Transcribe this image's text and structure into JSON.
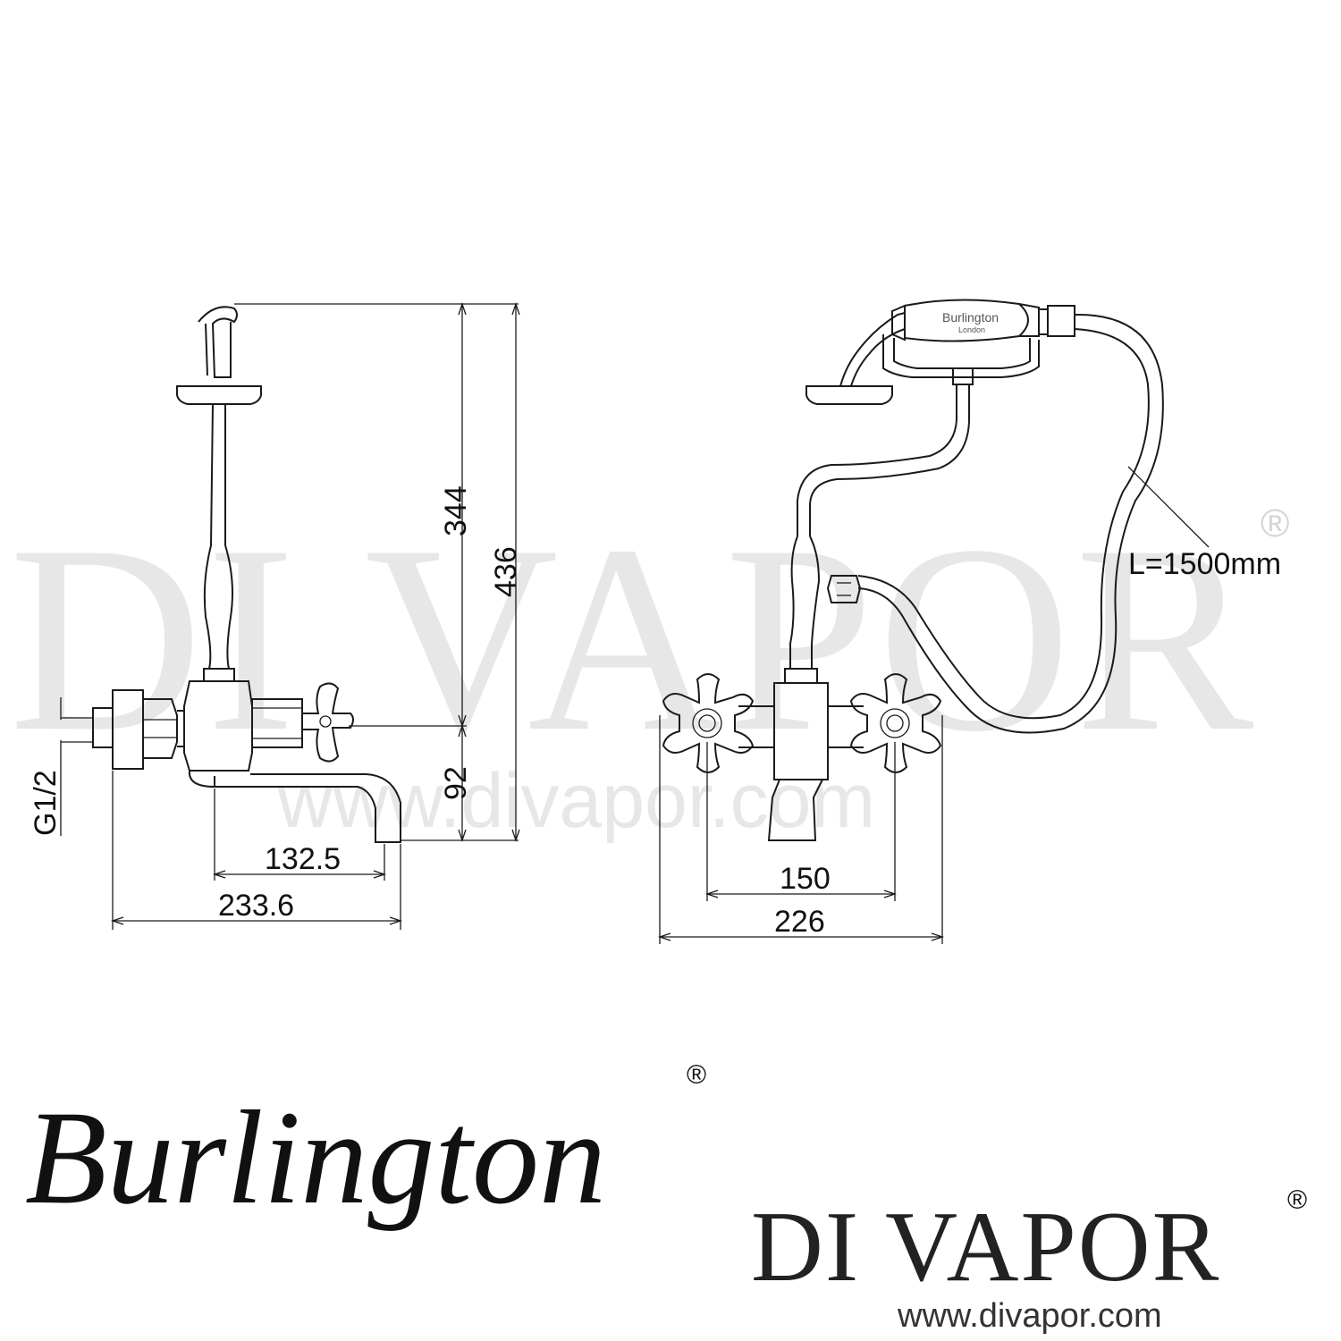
{
  "watermark": {
    "brand": "DI VAPOR",
    "registered": "®",
    "url": "www.divapor.com"
  },
  "side_view": {
    "dim_344": "344",
    "dim_436": "436",
    "dim_92": "92",
    "dim_132_5": "132.5",
    "dim_233_6": "233.6",
    "thread": "G1/2"
  },
  "front_view": {
    "dim_150": "150",
    "dim_226": "226",
    "hose_length": "L=1500mm",
    "handle_brand": "Burlington",
    "handle_city": "London"
  },
  "footer": {
    "burlington_logo": "Burlington",
    "burlington_reg": "®",
    "divapor_logo": "DI VAPOR",
    "divapor_reg": "®",
    "divapor_url": "www.divapor.com"
  }
}
